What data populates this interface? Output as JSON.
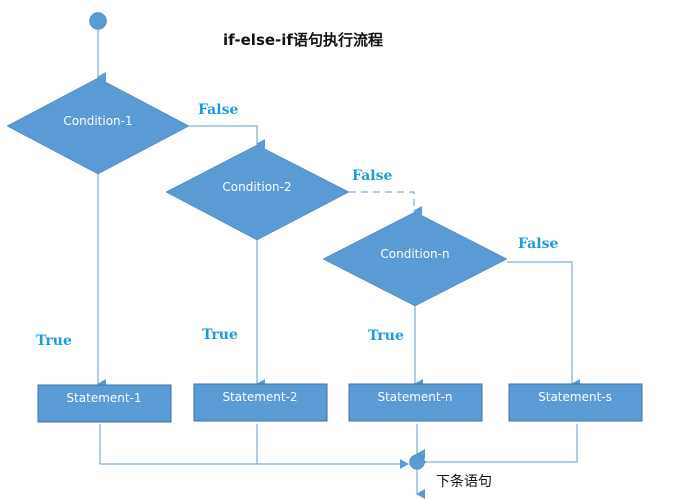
{
  "title": "if-else-if语句执行流程",
  "colors": {
    "node_fill": "#5b9bd5",
    "node_stroke": "#41719c",
    "line": "#5b9bd5",
    "label": "#1a9be0",
    "text": "#ffffff"
  },
  "nodes": {
    "start": {
      "type": "circle"
    },
    "conditions": [
      {
        "label": "Condition-1"
      },
      {
        "label": "Condition-2"
      },
      {
        "label": "Condition-n"
      }
    ],
    "statements": [
      {
        "label": "Statement-1"
      },
      {
        "label": "Statement-2"
      },
      {
        "label": "Statement-n"
      },
      {
        "label": "Statement-s"
      }
    ],
    "merge": {
      "type": "circle",
      "label": "下条语句"
    }
  },
  "branch_labels": {
    "false_1": "False",
    "false_2": "False",
    "false_n": "False",
    "true_1": "True",
    "true_2": "True",
    "true_n": "True"
  }
}
